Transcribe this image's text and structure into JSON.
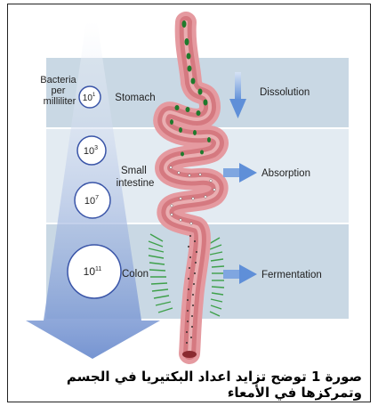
{
  "labels": {
    "bacteria_line1": "Bacteria",
    "bacteria_line2": "per",
    "bacteria_line3": "milliliter"
  },
  "concentrations": [
    {
      "base": "10",
      "exp": "1"
    },
    {
      "base": "10",
      "exp": "3"
    },
    {
      "base": "10",
      "exp": "7"
    },
    {
      "base": "10",
      "exp": "11"
    }
  ],
  "regions": {
    "stomach": "Stomach",
    "small_intestine_line1": "Small",
    "small_intestine_line2": "intestine",
    "colon": "Colon"
  },
  "processes": {
    "dissolution": "Dissolution",
    "absorption": "Absorption",
    "fermentation": "Fermentation"
  },
  "caption": "صورة 1 توضح تزايد اعداد البكتيريا في الجسم وتمركزها في الأمعاء",
  "colors": {
    "band": "#c8d7e3",
    "band_light": "#e2eaf1",
    "arrow": "#6f93cf",
    "gut_outer": "#e59aa0",
    "gut_inner": "#c2565e",
    "bacteria": "#2e8b2e"
  }
}
